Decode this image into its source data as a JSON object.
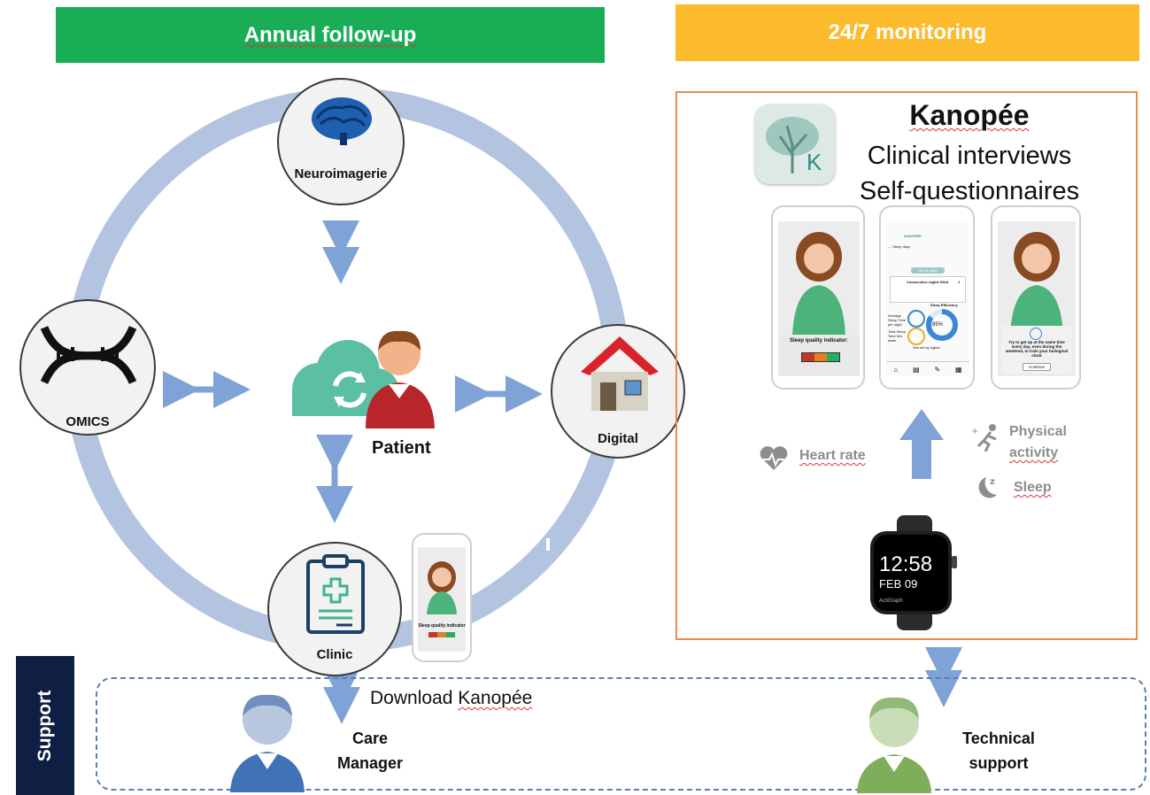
{
  "banners": {
    "annual": "Annual follow-up",
    "monitoring": "24/7 monitoring"
  },
  "nodes": {
    "neuro": "Neuroimagerie",
    "omics": "OMICS",
    "digital": "Digital",
    "clinic": "Clinic",
    "patient": "Patient"
  },
  "kanopee": {
    "title": "Kanopée",
    "line1": "Clinical interviews",
    "line2": "Self-questionnaires",
    "logo_letter": "K"
  },
  "phones": {
    "left_indicator": "Sleep quality indicator:",
    "mid_brand": "KANOPÉE",
    "mid_back": "Sleep diary",
    "mid_button": "Fill my night",
    "mid_consecutive": "Consecutive nights filled",
    "mid_consecutive_val": "2",
    "mid_efficiency": "Sleep Efficiency",
    "mid_efficiency_val": "85%",
    "mid_avg": "Average Sleep Time per night",
    "mid_total": "Total Sleep Time this week",
    "mid_see": "See all my nights",
    "right_msg": "Try to get up at the same time every day, even during the weekend, to train your biological clock",
    "right_btn": "Continue",
    "small_indicator": "Sleep quality indicator"
  },
  "metrics": {
    "heart": "Heart rate",
    "activity_1": "Physical",
    "activity_2": "activity",
    "sleep": "Sleep"
  },
  "watch": {
    "time": "12:58",
    "date": "FEB 09",
    "brand": "ActiGraph"
  },
  "support": {
    "tab": "Support",
    "download_prefix": "Download ",
    "download_word": "Kanopée",
    "care_1": "Care",
    "care_2": "Manager",
    "tech_1": "Technical",
    "tech_2": "support"
  },
  "colors": {
    "green": "#19ae55",
    "orange": "#fbbb2d",
    "ring": "#b3c4e0",
    "arrow": "#7fa3d6",
    "navy": "#0f1f44"
  }
}
